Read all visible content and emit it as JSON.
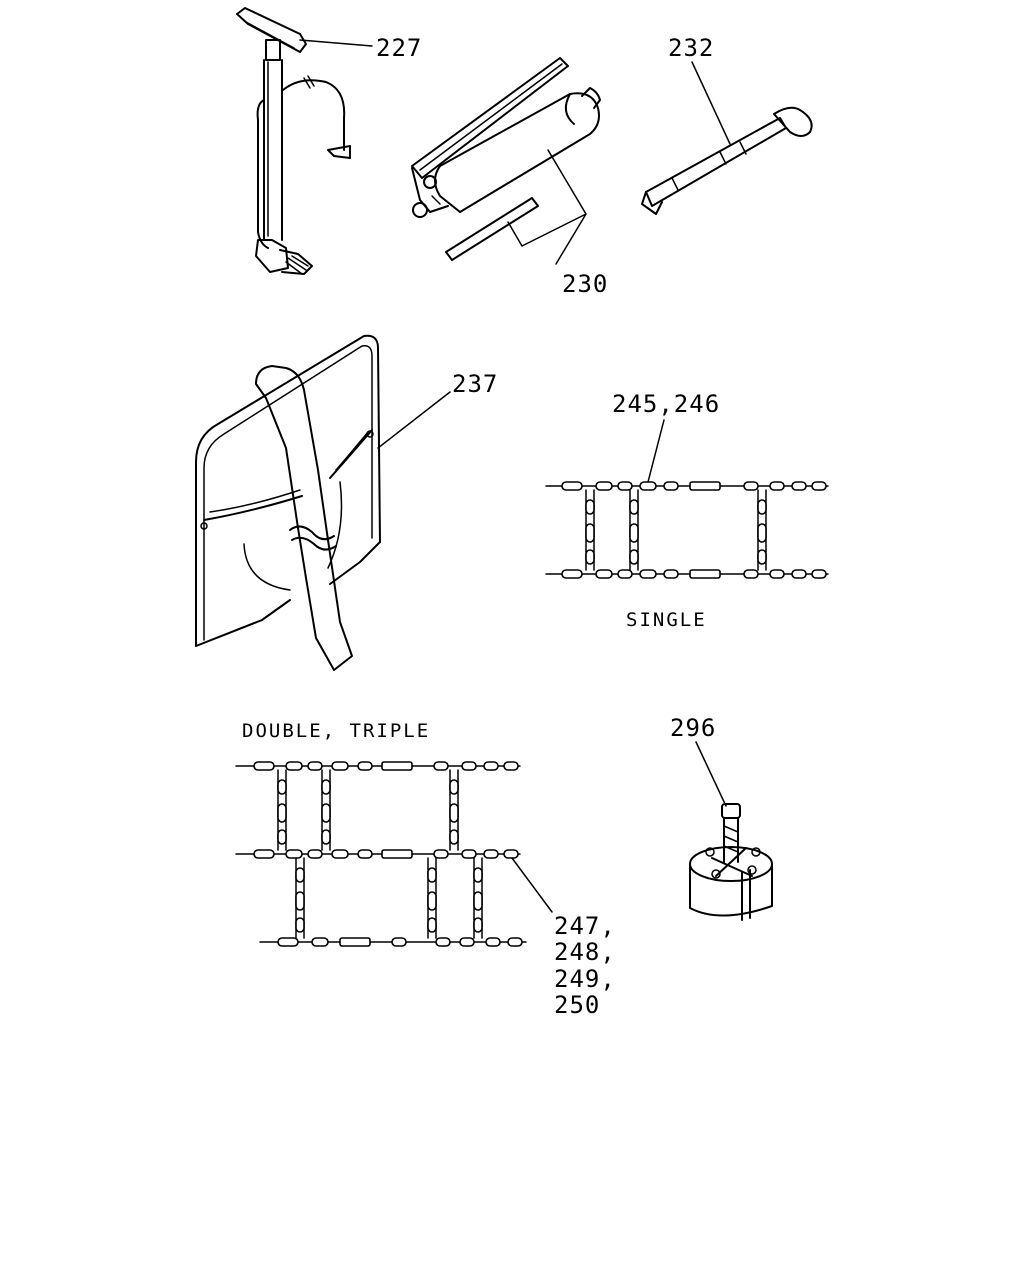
{
  "callouts": {
    "pump": "227",
    "grease_gun": "230",
    "extension": "232",
    "bag": "237",
    "single_chain": "245,246",
    "multi_chain_1": "247,",
    "multi_chain_2": "248,",
    "multi_chain_3": "249,",
    "multi_chain_4": "250",
    "puller": "296"
  },
  "captions": {
    "single": "SINGLE",
    "double_triple": "DOUBLE, TRIPLE"
  }
}
